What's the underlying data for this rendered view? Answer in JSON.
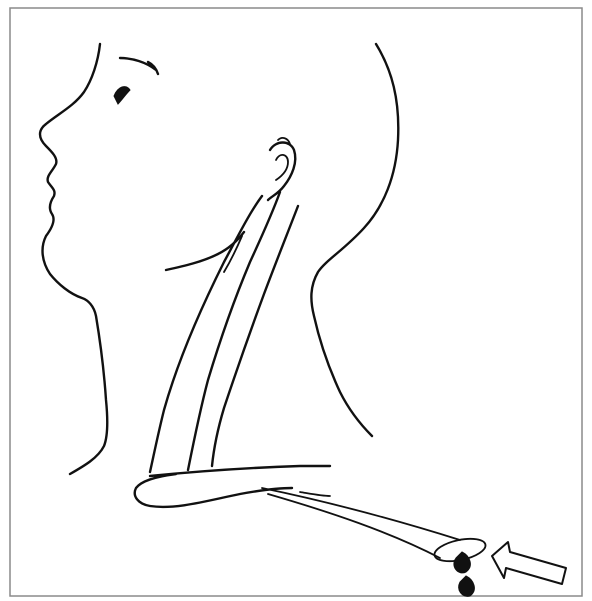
{
  "figure": {
    "kind": "line-drawing",
    "subject": "head-and-neck-profile",
    "colors": {
      "background": "#ffffff",
      "ink": "#111111",
      "frame": "#8a8a8a"
    },
    "icons": {
      "pointer": "white-outlined-arrow-pointing-left"
    }
  }
}
